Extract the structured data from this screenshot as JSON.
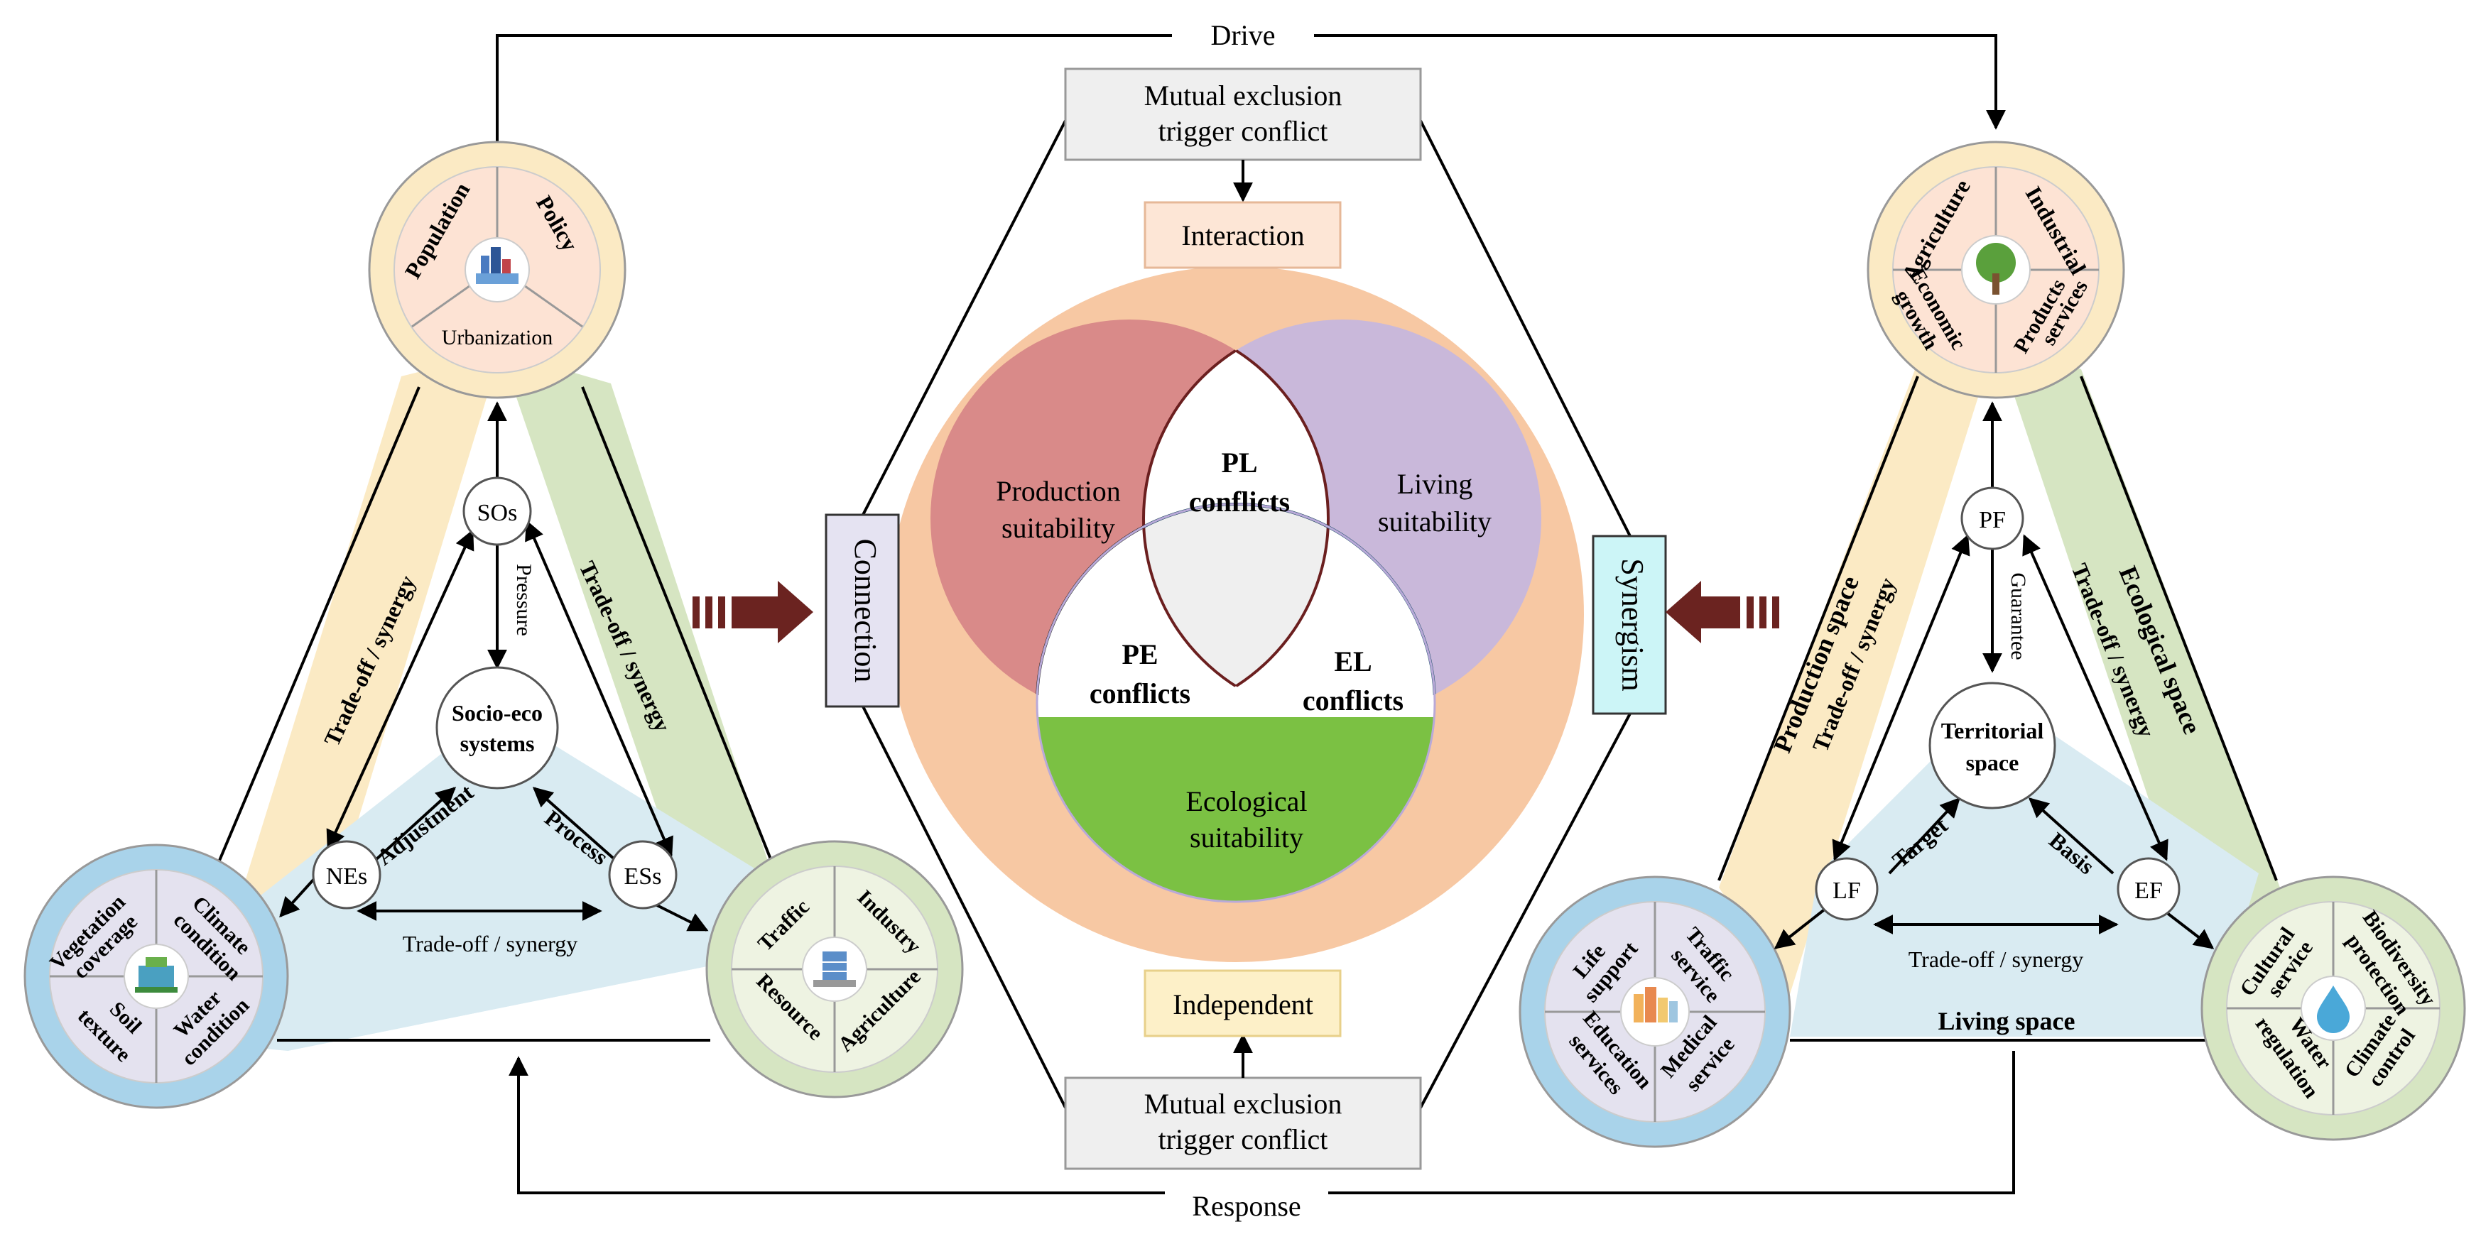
{
  "top": {
    "drive_label": "Drive",
    "response_label": "Response"
  },
  "center": {
    "mutual_top": [
      "Mutual exclusion",
      "trigger conflict"
    ],
    "mutual_bottom": [
      "Mutual exclusion",
      "trigger conflict"
    ],
    "interaction_label": "Interaction",
    "independent_label": "Independent",
    "connection_label": "Connection",
    "synergism_label": "Synergism",
    "production_suitability": [
      "Production",
      "suitability"
    ],
    "living_suitability": [
      "Living",
      "suitability"
    ],
    "ecological_suitability": [
      "Ecological",
      "suitability"
    ],
    "pl_conflicts": [
      "PL",
      "conflicts"
    ],
    "pe_conflicts": [
      "PE",
      "conflicts"
    ],
    "el_conflicts": [
      "EL",
      "conflicts"
    ]
  },
  "left": {
    "urbanization_circle": {
      "q1": "Population",
      "q2": "Policy",
      "q3": "Urbanization"
    },
    "nature_circle": {
      "q1": [
        "Vegetation",
        "coverage"
      ],
      "q2": [
        "Climate",
        "condition"
      ],
      "q3": [
        "Soil",
        "texture"
      ],
      "q4": [
        "Water",
        "condition"
      ]
    },
    "economy_circle": {
      "q1": "Traffic",
      "q2": "Industry",
      "q3": "Resource",
      "q4": "Agriculture"
    },
    "node_sos": "SOs",
    "node_nes": "NEs",
    "node_ess": "ESs",
    "hub": [
      "Socio-eco",
      "systems"
    ],
    "pressure": "Pressure",
    "adjustment": "Adjustment",
    "process": "Process",
    "tradeoff_left": "Trade-off / synergy",
    "tradeoff_right": "Trade-off / synergy",
    "tradeoff_bottom": "Trade-off / synergy"
  },
  "right": {
    "production_circle": {
      "q1": "Agriculture",
      "q2": "Industrial",
      "q3": [
        "Economic",
        "growth"
      ],
      "q4": [
        "Products",
        "services"
      ]
    },
    "living_circle": {
      "q1": [
        "Life",
        "support"
      ],
      "q2": [
        "Traffic",
        "service"
      ],
      "q3": [
        "Education",
        "services"
      ],
      "q4": [
        "Medical",
        "service"
      ]
    },
    "ecological_circle": {
      "q1": [
        "Cultural",
        "service"
      ],
      "q2": [
        "Biodiversity",
        "protection"
      ],
      "q3": [
        "Water",
        "regulation"
      ],
      "q4": [
        "Climate",
        "control"
      ]
    },
    "node_pf": "PF",
    "node_lf": "LF",
    "node_ef": "EF",
    "hub": [
      "Territorial",
      "space"
    ],
    "guarantee": "Guarantee",
    "target": "Target",
    "basis": "Basis",
    "production_space": "Production space",
    "ecological_space": "Ecological space",
    "living_space": "Living space",
    "tradeoff_left": "Trade-off / synergy",
    "tradeoff_right": "Trade-off / synergy",
    "tradeoff_bottom": "Trade-off / synergy"
  },
  "colors": {
    "yellow_band": "#fbeac4",
    "green_band": "#d6e5c2",
    "blue_band": "#d9ebf2",
    "peach_circle": "#f7c8a3",
    "production_fill": "#d98a89",
    "living_fill": "#c9b8da",
    "ecological_fill": "#7bc143",
    "dark_arrow": "#6b2320",
    "synergism_box": "#ccf5f7",
    "connection_box": "#e5e3f2"
  }
}
